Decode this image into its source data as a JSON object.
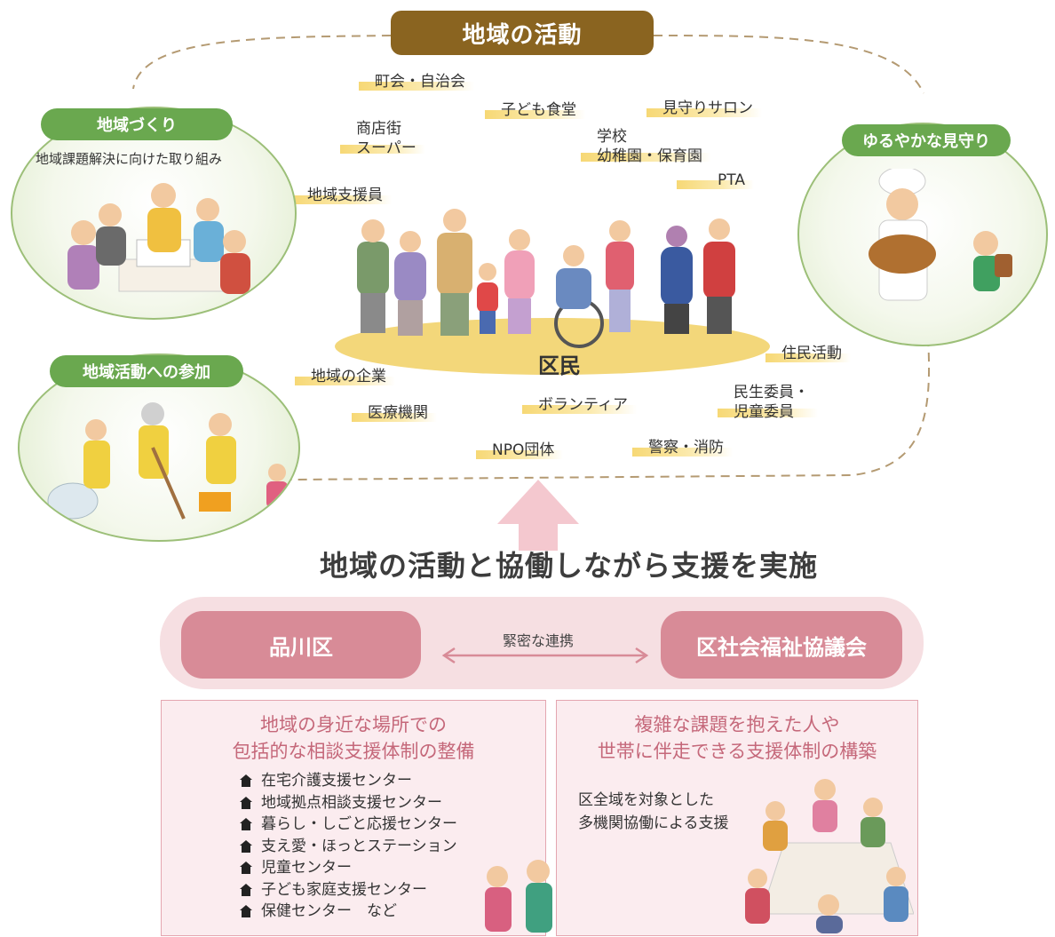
{
  "top_title": "地域の活動",
  "activities": {
    "chokai": "町会・自治会",
    "kodomo_shokudo": "子ども食堂",
    "mimamori_salon": "見守りサロン",
    "shotengai_1": "商店街",
    "shotengai_2": "スーパー",
    "gakko_1": "学校",
    "gakko_2": "幼稚園・保育園",
    "pta": "PTA",
    "chiiki_shienin": "地域支援員",
    "jumin_katsudo": "住民活動",
    "kigyo": "地域の企業",
    "minsei_1": "民生委員・",
    "minsei_2": "児童委員",
    "iryo": "医療機関",
    "volunteer": "ボランティア",
    "npo": "NPO団体",
    "keisatsu": "警察・消防"
  },
  "center_label": "区民",
  "bubbles": {
    "chiikizukuri": {
      "title": "地域づくり",
      "caption": "地域課題解決に向けた取り組み"
    },
    "sanka": {
      "title": "地域活動への参加"
    },
    "mimamori": {
      "title": "ゆるやかな見守り"
    }
  },
  "main_message": "地域の活動と協働しながら支援を実施",
  "collaboration": {
    "left": "品川区",
    "right": "区社会福祉協議会",
    "link": "緊密な連携"
  },
  "left_box": {
    "heading_1": "地域の身近な場所での",
    "heading_2": "包括的な相談支援体制の整備",
    "items": [
      "在宅介護支援センター",
      "地域拠点相談支援センター",
      "暮らし・しごと応援センター",
      "支え愛・ほっとステーション",
      "児童センター",
      "子ども家庭支援センター",
      "保健センター　など"
    ]
  },
  "right_box": {
    "heading_1": "複雑な課題を抱えた人や",
    "heading_2": "世帯に伴走できる支援体制の構築",
    "note_1": "区全域を対象とした",
    "note_2": "多機関協働による支援"
  },
  "colors": {
    "title_brown": "#8a6420",
    "green": "#6aa84f",
    "pink": "#d88b97",
    "pink_text": "#c5687a",
    "highlight_yellow": "#f6d66e"
  }
}
